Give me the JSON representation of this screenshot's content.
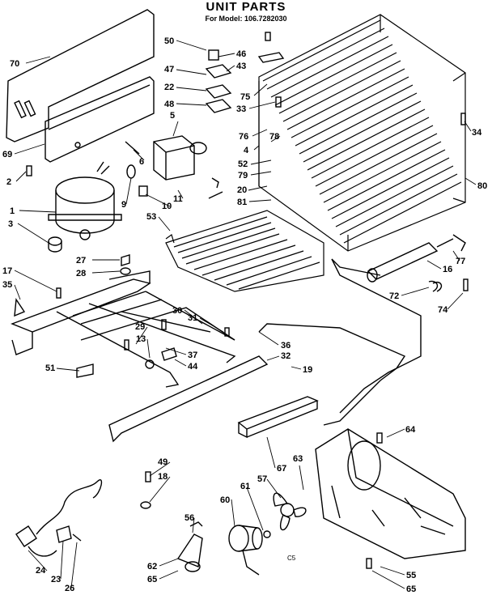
{
  "header": {
    "title": "UNIT PARTS",
    "model_label": "For Model:",
    "model_number": "106.7282030"
  },
  "footer_mark": "C5",
  "callouts": [
    "70",
    "50",
    "46",
    "43",
    "47",
    "22",
    "48",
    "75",
    "33",
    "5",
    "76",
    "78",
    "4",
    "34",
    "69",
    "6",
    "52",
    "79",
    "2",
    "1",
    "9",
    "11",
    "20",
    "10",
    "81",
    "80",
    "3",
    "53",
    "16",
    "27",
    "77",
    "28",
    "72",
    "74",
    "17",
    "35",
    "30",
    "31",
    "29",
    "13",
    "37",
    "36",
    "44",
    "32",
    "51",
    "19",
    "64",
    "67",
    "63",
    "49",
    "18",
    "57",
    "56",
    "60",
    "61",
    "24",
    "23",
    "26",
    "62",
    "65",
    "55"
  ]
}
